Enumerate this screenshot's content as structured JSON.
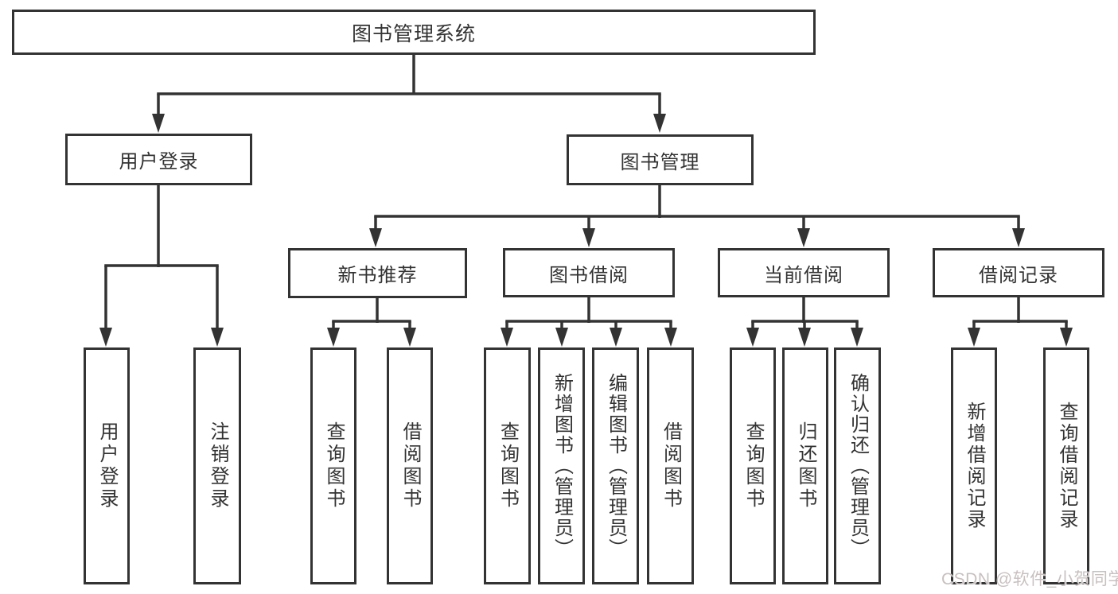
{
  "diagram": {
    "title": "图书管理系统",
    "type": "hierarchy-tree",
    "nodes": {
      "root": "图书管理系统",
      "user_login": {
        "label": "用户登录",
        "children": [
          "用户登录",
          "注销登录"
        ]
      },
      "book_mgmt": {
        "label": "图书管理"
      },
      "sections": [
        {
          "label": "新书推荐",
          "children": [
            "查询图书",
            "借阅图书"
          ]
        },
        {
          "label": "图书借阅",
          "children": [
            "查询图书",
            "新增图书（管理员）",
            "编辑图书（管理员）",
            "借阅图书"
          ]
        },
        {
          "label": "当前借阅",
          "children": [
            "查询图书",
            "归还图书",
            "确认归还（管理员）"
          ]
        },
        {
          "label": "借阅记录",
          "children": [
            "新增借阅记录",
            "查询借阅记录"
          ]
        }
      ]
    },
    "colors": {
      "line": "#333333",
      "box_border": "#333333",
      "box_fill": "#ffffff",
      "text": "#333333",
      "watermark": "#c9c0c0"
    }
  },
  "watermark": "CSDN @软件_小贺同学"
}
